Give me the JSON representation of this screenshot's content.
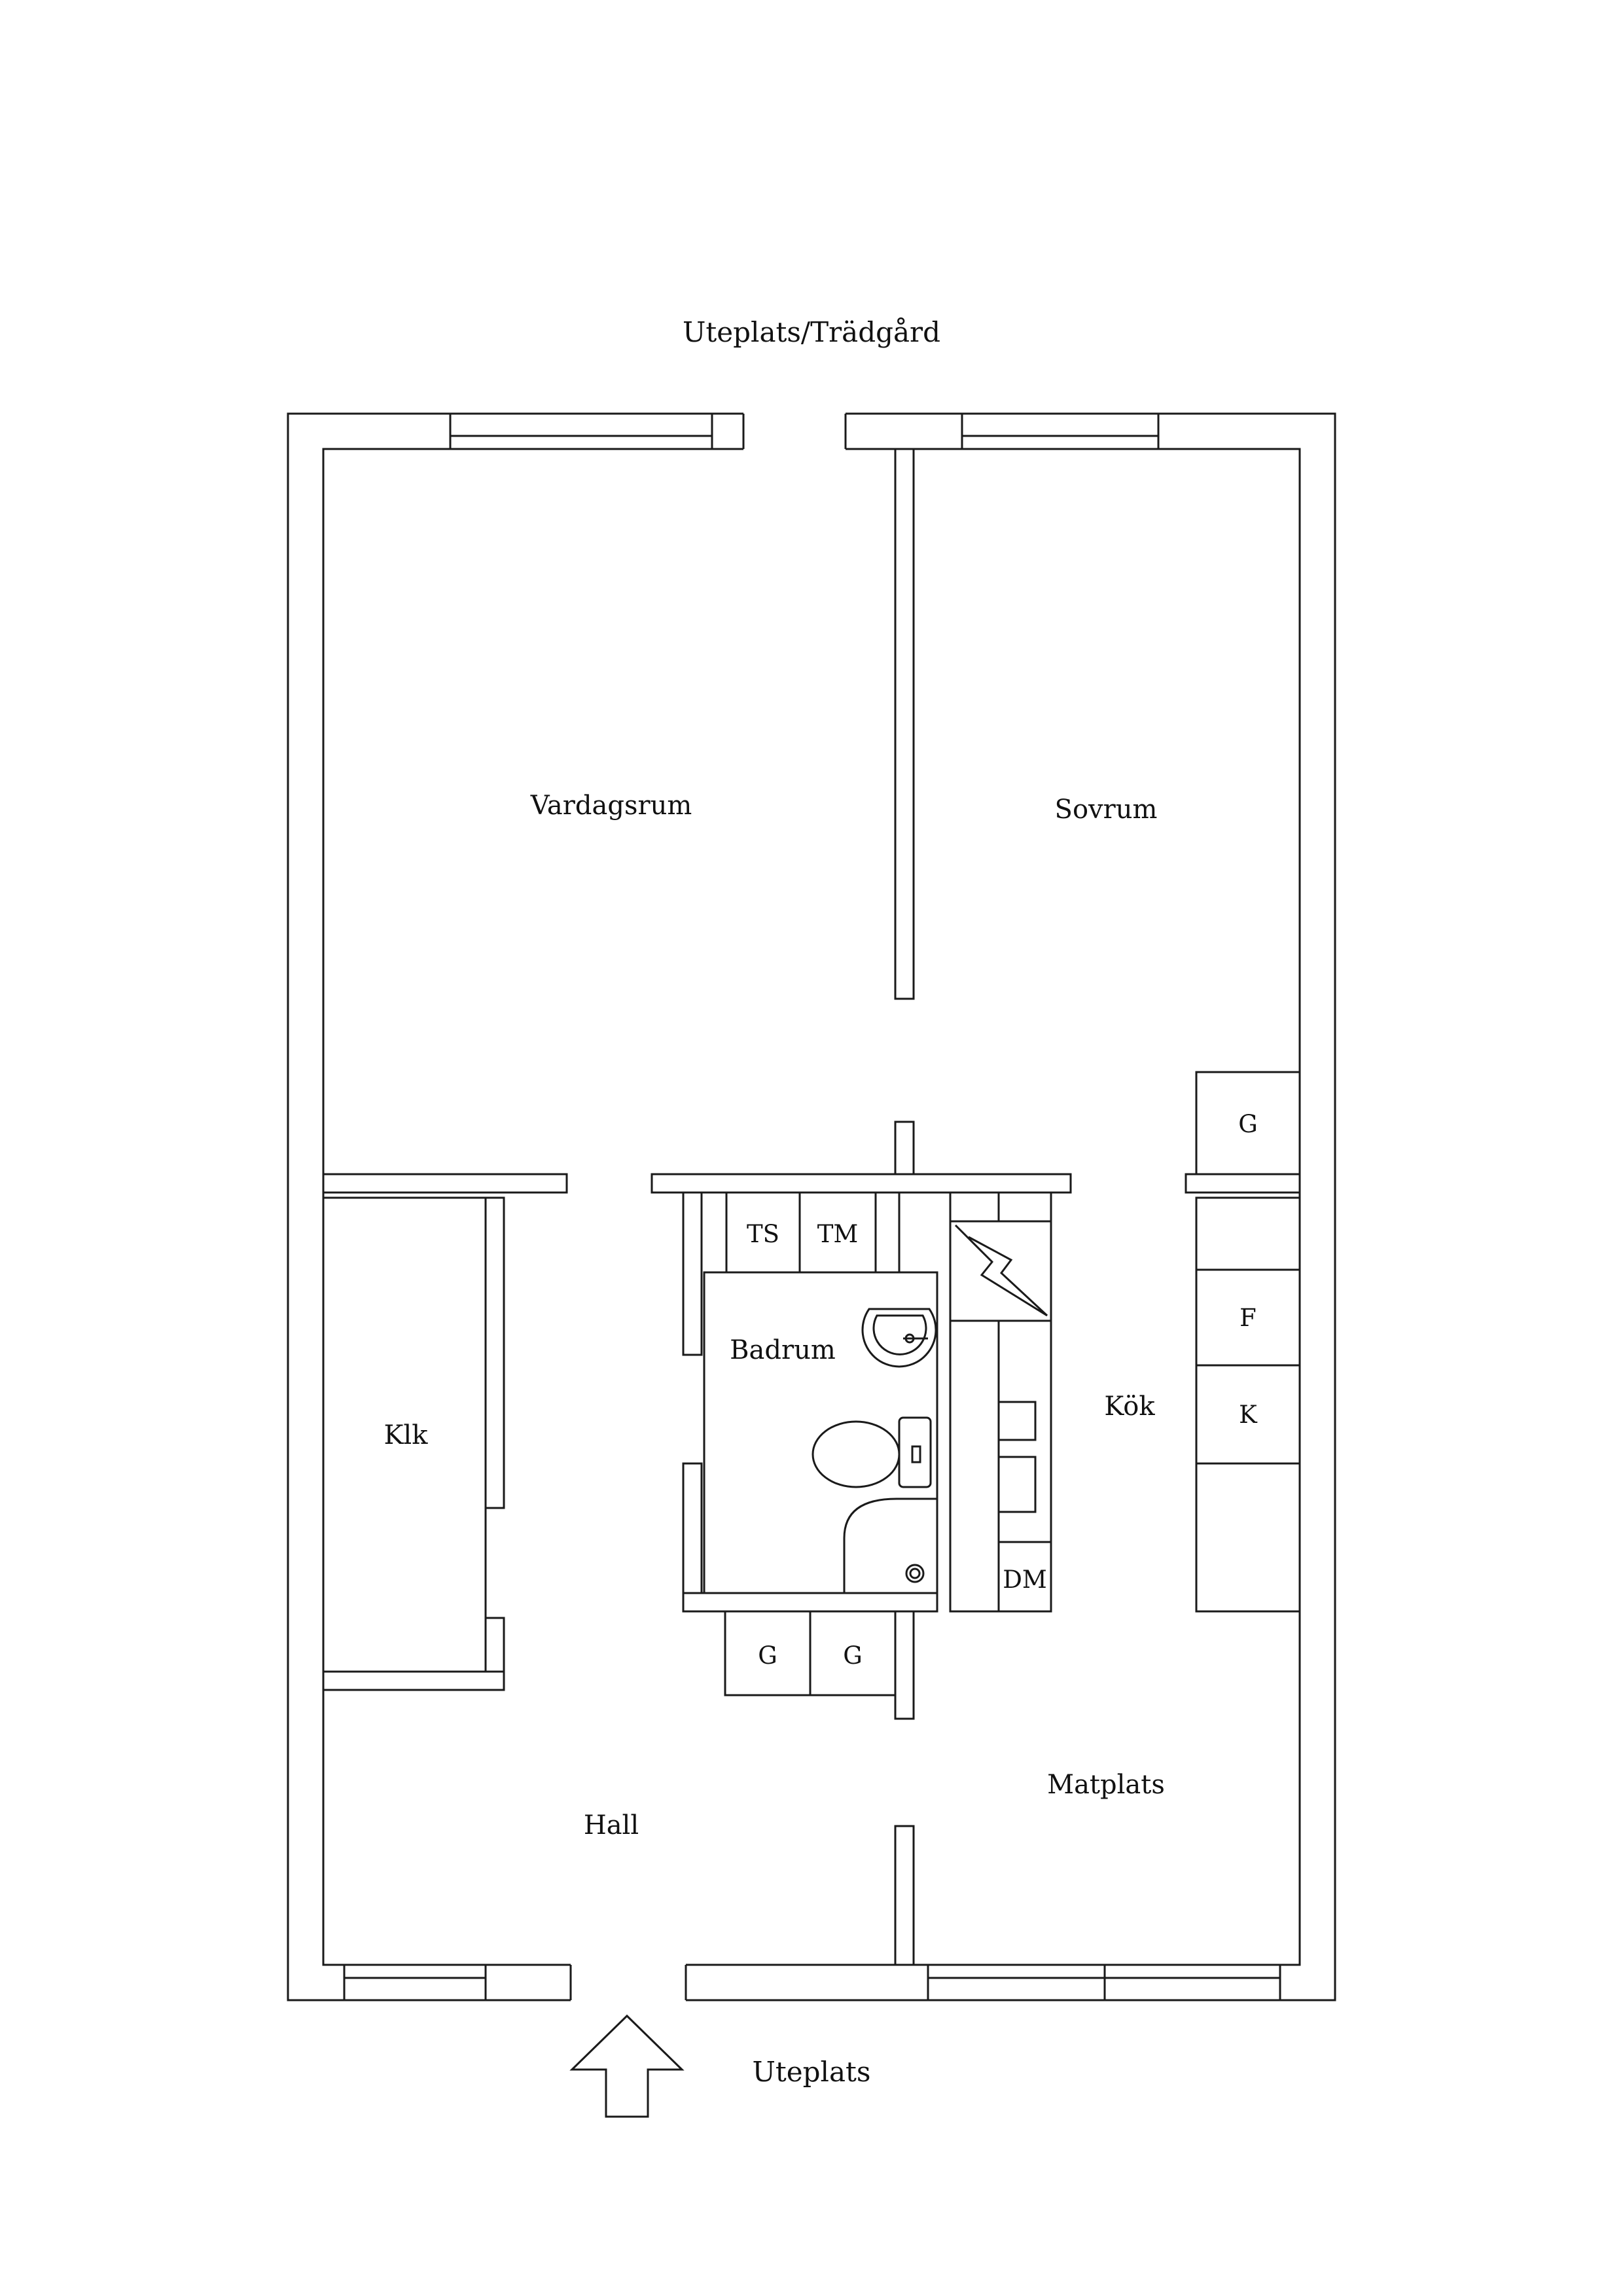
{
  "outside": {
    "top_label": "Uteplats/Trädgård",
    "bottom_label": "Uteplats"
  },
  "rooms": {
    "vardagsrum": "Vardagsrum",
    "sovrum": "Sovrum",
    "klk": "Klk",
    "badrum": "Badrum",
    "kok": "Kök",
    "hall": "Hall",
    "matplats": "Matplats"
  },
  "fixtures": {
    "ts": "TS",
    "tm": "TM",
    "g_bedroom": "G",
    "f": "F",
    "k": "K",
    "dm": "DM",
    "g_hall_1": "G",
    "g_hall_2": "G"
  },
  "colors": {
    "line": "#1a1a1a",
    "background": "#ffffff"
  }
}
